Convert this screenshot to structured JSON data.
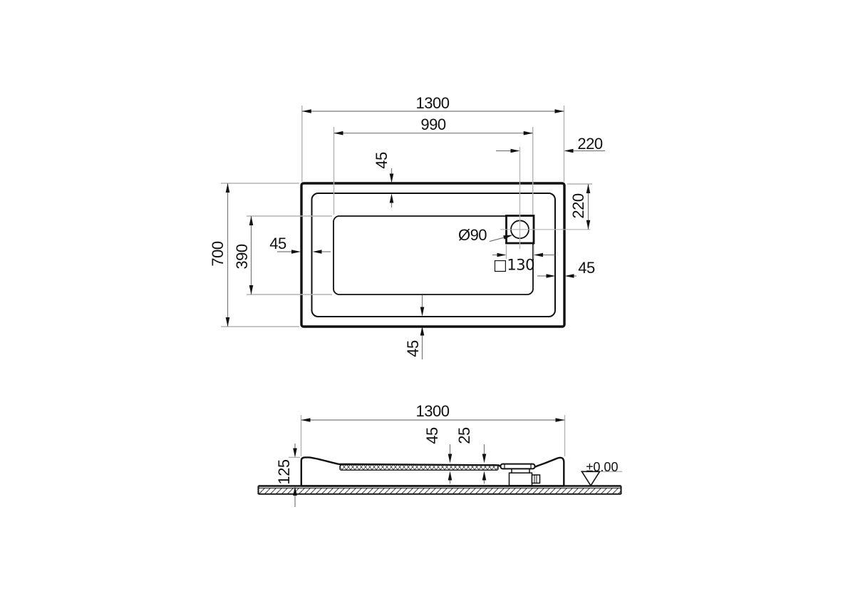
{
  "drawing": {
    "top_view": {
      "dims": {
        "overall_width": "1300",
        "inner_basin_width": "990",
        "drain_offset_right": "220",
        "rim_top": "45",
        "drain_offset_top": "220",
        "overall_height": "700",
        "inner_basin_height": "390",
        "rim_left": "45",
        "drain_diameter": "Ø90",
        "drain_square": "□130",
        "rim_right": "45",
        "rim_bottom": "45"
      }
    },
    "section_view": {
      "dims": {
        "overall_width": "1300",
        "depth_outer": "45",
        "depth_inner": "25",
        "total_height": "125",
        "floor_level": "±0.00"
      }
    }
  }
}
